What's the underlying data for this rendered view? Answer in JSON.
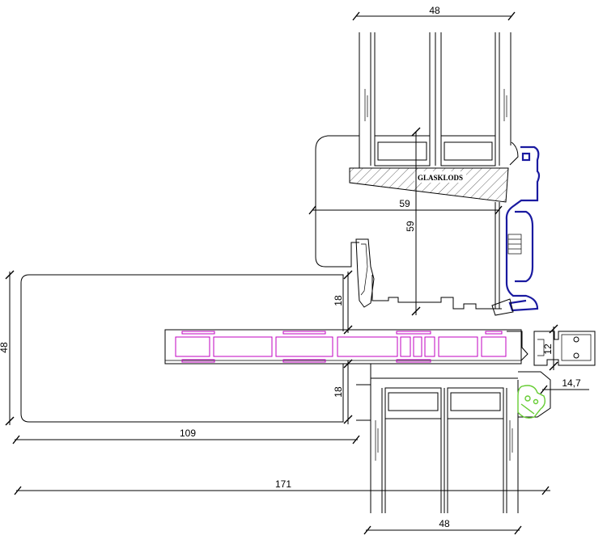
{
  "colors": {
    "line": "#000000",
    "gasket_blue": "#1a1aa0",
    "profile_magenta": "#c000c0",
    "seal_green": "#66cc33",
    "background": "#ffffff"
  },
  "annotations": {
    "glass_block": "GLASKLODS"
  },
  "dimensions": {
    "top_glass_width": "48",
    "bottom_glass_width": "48",
    "rebate_width": "59",
    "rebate_height": "59",
    "upper_gap": "18",
    "lower_gap": "18",
    "frame_height": "48",
    "frame_depth": "109",
    "overall_width": "171",
    "profile_height": "12",
    "offset": "14,7"
  }
}
